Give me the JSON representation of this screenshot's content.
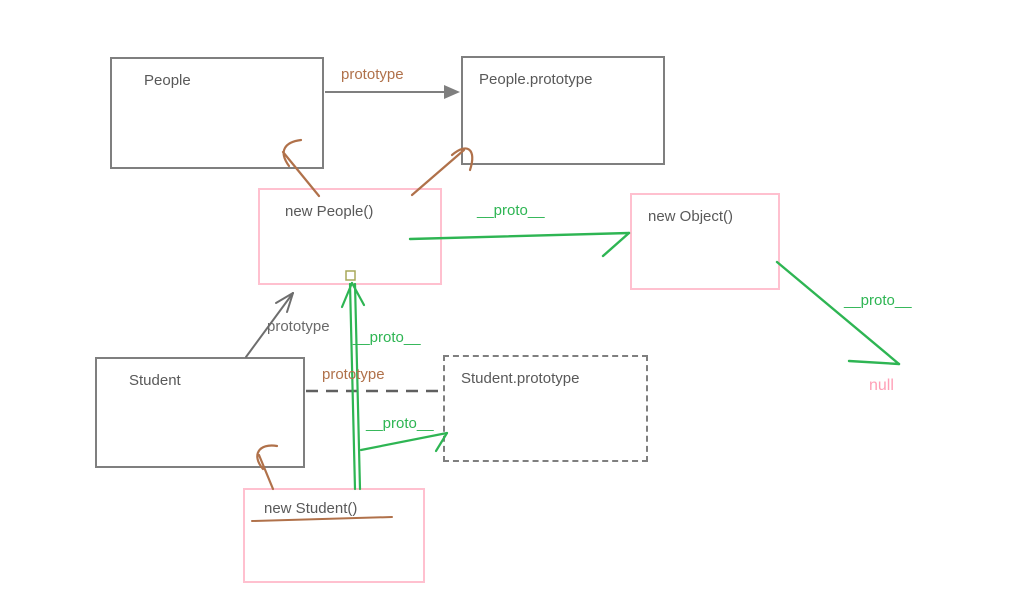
{
  "diagram": {
    "boxes": [
      {
        "label": "People"
      },
      {
        "label": "People.prototype"
      },
      {
        "label": "new People()"
      },
      {
        "label": "new Object()"
      },
      {
        "label": "Student"
      },
      {
        "label": "Student.prototype"
      },
      {
        "label": "new Student()"
      }
    ],
    "labels": [
      {
        "text": "prototype"
      },
      {
        "text": "__proto__"
      },
      {
        "text": "__proto__"
      },
      {
        "text": "null"
      },
      {
        "text": "prototype"
      },
      {
        "text": "__proto__"
      },
      {
        "text": "prototype"
      },
      {
        "text": "__proto__"
      }
    ],
    "colors": {
      "box_border_gray": "#7f7f7f",
      "box_border_pink": "#ffc0cf",
      "arrow_green": "#2eb553",
      "arrow_brown": "#b0714a",
      "arrow_gray": "#6e6e6e",
      "text_gray": "#595959",
      "text_pink": "#ff9fb6"
    }
  }
}
